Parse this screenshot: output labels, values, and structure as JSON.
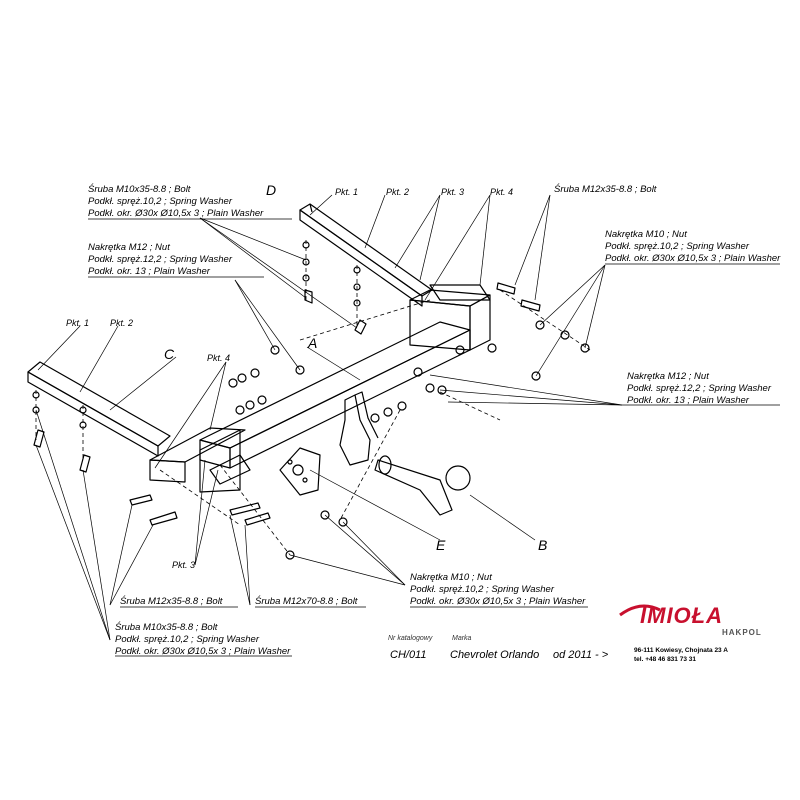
{
  "labels": {
    "pkt": "Pkt. 1",
    "pkt2": "Pkt. 2",
    "pkt3": "Pkt. 3",
    "pkt4": "Pkt. 4",
    "letterA": "A",
    "letterB": "B",
    "letterC": "C",
    "letterD": "D",
    "letterE": "E"
  },
  "callouts": {
    "topBolt": [
      "Śruba M10x35-8.8 ;  Bolt",
      "Podkł. spręż.10,2 ; Spring Washer",
      "Podkł. okr.  Ø30x Ø10,5x 3 ; Plain Washer"
    ],
    "topRightBolt": "Śruba M12x35-8.8 ;  Bolt",
    "topRightNut": [
      "Nakrętka  M10 ; Nut",
      "Podkł. spręż.10,2 ; Spring Washer",
      "Podkł. okr.  Ø30x Ø10,5x 3 ; Plain Washer"
    ],
    "leftNut": [
      "Nakrętka  M12 ; Nut",
      "Podkł. spręż.12,2 ; Spring Washer",
      "Podkł. okr. 13 ; Plain Washer"
    ],
    "rightNut": [
      "Nakrętka  M12 ; Nut",
      "Podkł. spręż.12,2 ; Spring Washer",
      "Podkł. okr. 13 ; Plain Washer"
    ],
    "bottomNut": [
      "Nakrętka  M10 ; Nut",
      "Podkł. spręż.10,2 ; Spring Washer",
      "Podkł. okr.  Ø30x Ø10,5x 3 ; Plain Washer"
    ],
    "boltM12x35": "Śruba M12x35-8.8 ;  Bolt",
    "boltM12x70": "Śruba M12x70-8.8 ;  Bolt",
    "bottomBolt": [
      "Śruba M10x35-8.8 ;  Bolt",
      "Podkł. spręż.10,2 ; Spring Washer",
      "Podkł. okr.  Ø30x Ø10,5x 3 ; Plain Washer"
    ]
  },
  "meta": {
    "catalogLabel": "Nr katalogowy",
    "brandLabel": "Marka",
    "catalogNumber": "CH/011",
    "model": "Chevrolet Orlando",
    "year": "od 2011 - >"
  },
  "brand": {
    "name": "IMIOŁA",
    "sub": "HAKPOL",
    "address": "96-111 Kowiesy, Chojnata 23 A",
    "phone": "tel. +48 46 831 73 31",
    "color": "#c8102e"
  }
}
